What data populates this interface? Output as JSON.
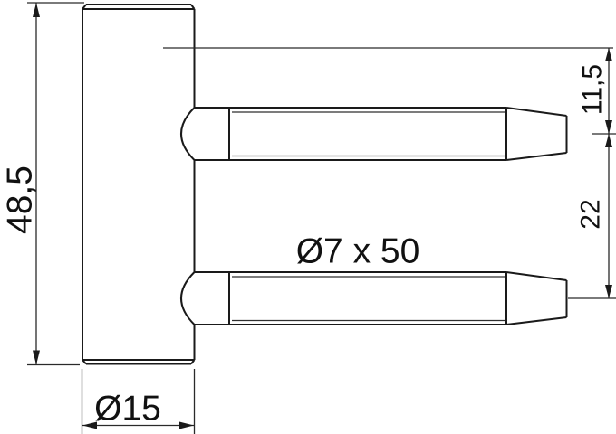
{
  "drawing": {
    "background": "#ffffff",
    "line_color": "#1a1a1a",
    "labels": {
      "overall_height": "48,5",
      "top_offset": "11,5",
      "pin_spacing": "22",
      "pin_spec": "Ø7 x 50",
      "barrel_diameter": "Ø15"
    }
  }
}
